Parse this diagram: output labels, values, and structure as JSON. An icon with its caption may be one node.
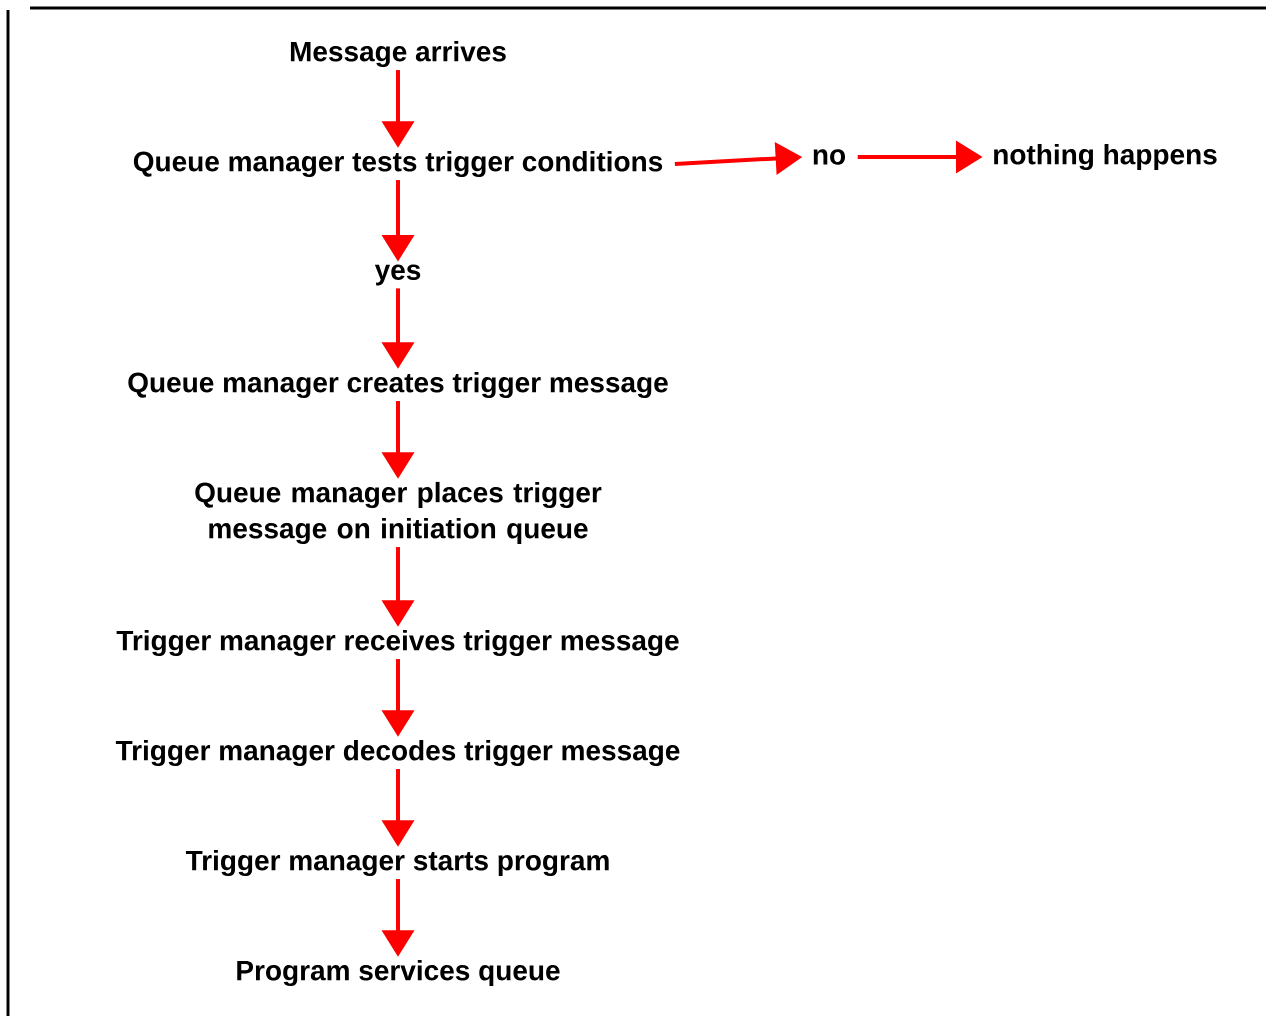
{
  "diagram": {
    "nodes": [
      {
        "text": [
          "Message arrives"
        ]
      },
      {
        "text": [
          "Queue manager tests trigger conditions"
        ]
      },
      {
        "text": [
          "no"
        ]
      },
      {
        "text": [
          "nothing happens"
        ]
      },
      {
        "text": [
          "yes"
        ]
      },
      {
        "text": [
          "Queue manager creates trigger message"
        ]
      },
      {
        "text": [
          "Queue manager places trigger message on initiation queue"
        ]
      },
      {
        "text": [
          "Trigger manager receives trigger message"
        ]
      },
      {
        "text": [
          "Trigger manager decodes trigger message"
        ]
      },
      {
        "text": [
          "Trigger manager starts program"
        ]
      },
      {
        "text": [
          "Program services queue"
        ]
      }
    ],
    "edges": [
      {
        "from": 0,
        "to": 1,
        "arrow": "to"
      },
      {
        "from": 1,
        "to": 2,
        "arrow": "to"
      },
      {
        "from": 2,
        "to": 3,
        "arrow": "to"
      },
      {
        "from": 1,
        "to": 4,
        "arrow": "to"
      },
      {
        "from": 4,
        "to": 5,
        "arrow": "to"
      },
      {
        "from": 5,
        "to": 6,
        "arrow": "to"
      },
      {
        "from": 6,
        "to": 7,
        "arrow": "to"
      },
      {
        "from": 7,
        "to": 8,
        "arrow": "to"
      },
      {
        "from": 8,
        "to": 9,
        "arrow": "to"
      },
      {
        "from": 9,
        "to": 10,
        "arrow": "to"
      }
    ]
  }
}
